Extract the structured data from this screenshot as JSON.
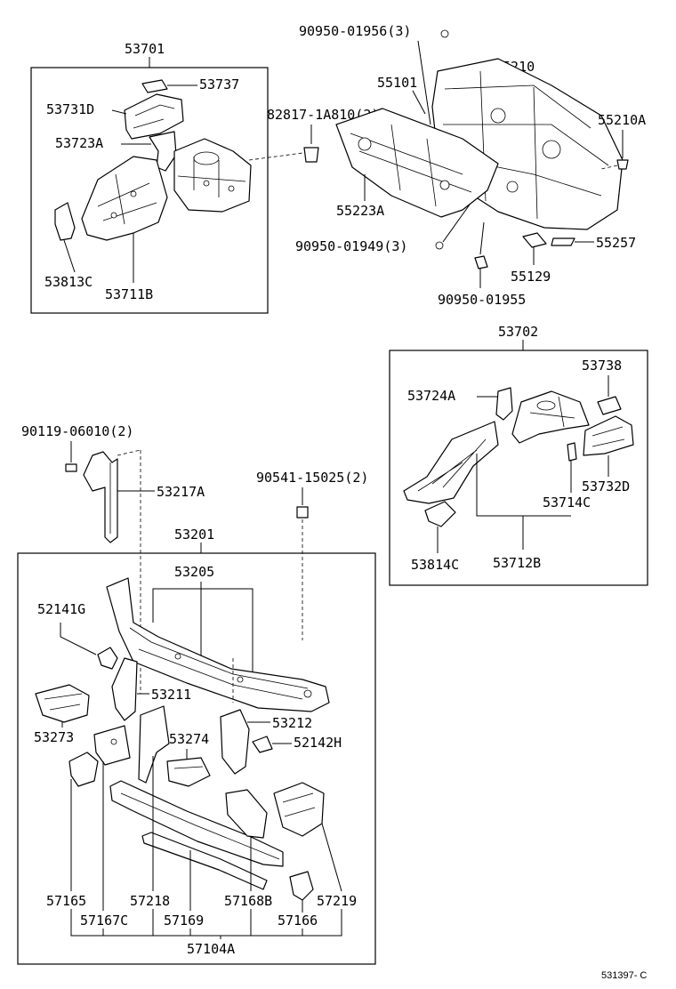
{
  "figure_ref": "531397- C",
  "groups": [
    {
      "id": "g1",
      "label": "53701"
    },
    {
      "id": "g2",
      "label": "53702"
    },
    {
      "id": "g3",
      "label": "53201"
    }
  ],
  "labels": {
    "p53737": "53737",
    "p53731D": "53731D",
    "p53723A": "53723A",
    "p53813C": "53813C",
    "p53711B": "53711B",
    "p9095001956": "90950-01956(3)",
    "p55101": "55101",
    "p55210": "55210",
    "p828171A810": "82817-1A810(2)",
    "p55210A": "55210A",
    "p55223A": "55223A",
    "p9095001949": "90950-01949(3)",
    "p55257": "55257",
    "p55129": "55129",
    "p9095001955": "90950-01955",
    "p53738": "53738",
    "p53724A": "53724A",
    "p53732D": "53732D",
    "p53714C": "53714C",
    "p53814C": "53814C",
    "p53712B": "53712B",
    "p9011906010": "90119-06010(2)",
    "p53217A": "53217A",
    "p9054115025": "90541-15025(2)",
    "p53205": "53205",
    "p52141G": "52141G",
    "p53211": "53211",
    "p53273": "53273",
    "p53212": "53212",
    "p53274": "53274",
    "p52142H": "52142H",
    "p57165": "57165",
    "p57218": "57218",
    "p57168B": "57168B",
    "p57219": "57219",
    "p57167C": "57167C",
    "p57169": "57169",
    "p57166": "57166",
    "p57104A": "57104A"
  }
}
